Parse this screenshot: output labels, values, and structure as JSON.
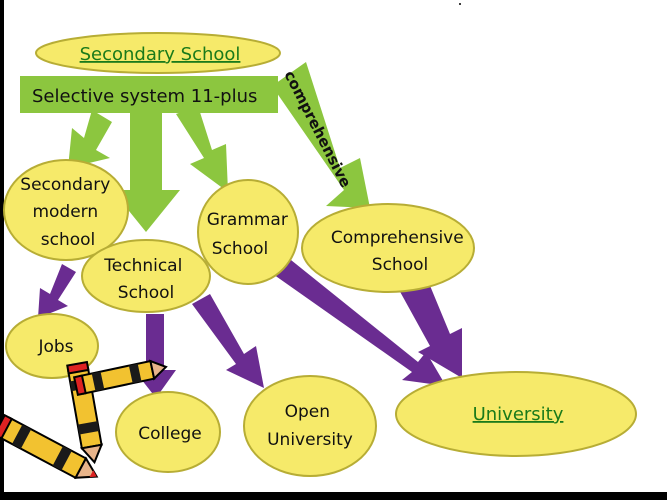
{
  "nodes": {
    "secondary_school": "Secondary School",
    "selective_system": "Selective system 11-plus",
    "comprehensive_route": "comprehensive",
    "secondary_modern": [
      "Secondary",
      "modern",
      "school"
    ],
    "technical_school": [
      "Technical",
      "School"
    ],
    "grammar_school": [
      "Grammar",
      "School"
    ],
    "comprehensive_school": [
      "Comprehensive",
      "School"
    ],
    "jobs": "Jobs",
    "college": "College",
    "open_university": [
      "Open",
      "University"
    ],
    "university": "University"
  },
  "colors": {
    "ellipse_fill": "#f6ea6a",
    "ellipse_stroke": "#b7ad35",
    "green_arrow": "#8cc63f",
    "purple_arrow": "#6a2c91",
    "link_text": "#1a7a1a",
    "border": "#000000"
  },
  "clipart": "crayons-icon"
}
